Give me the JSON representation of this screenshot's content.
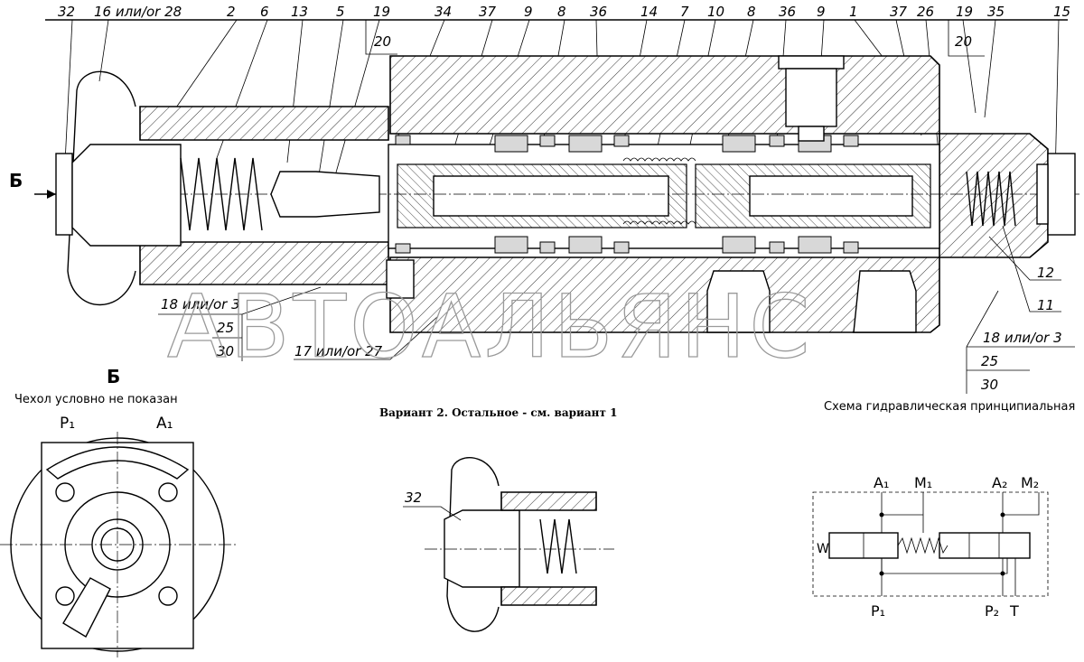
{
  "callouts_top": [
    "32",
    "16 или/or 28",
    "2",
    "6",
    "13",
    "5",
    "19",
    "34",
    "37",
    "9",
    "8",
    "36",
    "14",
    "7",
    "10",
    "8",
    "36",
    "9",
    "1",
    "37",
    "26",
    "19",
    "35",
    "15"
  ],
  "callout_20_left": "20",
  "callout_20_right": "20",
  "callouts_right": [
    "12",
    "11"
  ],
  "callouts_left_stack": {
    "a": "18 или/or 3",
    "b": "25",
    "c": "30"
  },
  "callout_17": "17 или/or 27",
  "callouts_right_stack": {
    "a": "18 или/or 3",
    "b": "25",
    "c": "30"
  },
  "arrow_label": "Б",
  "view_label": "Б",
  "cover_note": "Чехол условно не показан",
  "port_labels": {
    "p1": "P₁",
    "a1": "A₁"
  },
  "variant_caption": "Вариант 2. Остальное - см. вариант 1",
  "variant_callout": "32",
  "schema_title": "Схема гидравлическая принципиальная",
  "schema_labels": {
    "a1": "A₁",
    "m1": "M₁",
    "a2": "A₂",
    "m2": "M₂",
    "p1": "P₁",
    "p2": "P₂",
    "t": "T",
    "w": "W"
  },
  "watermark": "АВТОАЛЬЯНС"
}
